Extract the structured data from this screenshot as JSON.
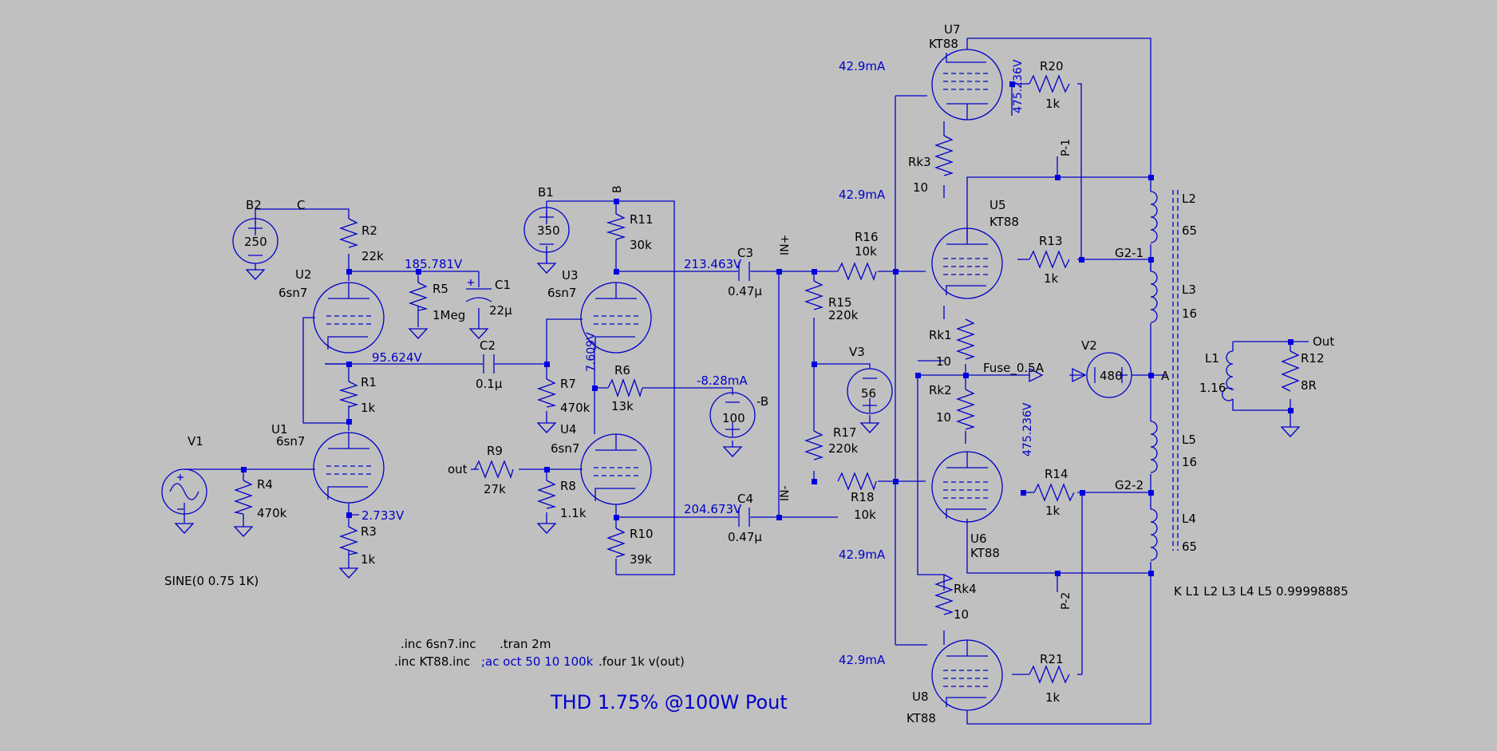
{
  "schematic": {
    "directives": {
      "inc_6sn7": ".inc 6sn7.inc",
      "inc_kt88": ".inc KT88.inc",
      "tran": ".tran 2m",
      "ac": ";ac oct 50 10 100k",
      "four": ".four 1k v(out)",
      "coupling": "K L1 L2 L3 L4 L5 0.99998885"
    },
    "result_note": "THD 1.75% @100W Pout",
    "source": {
      "name": "V1",
      "value": "SINE(0 0.75 1K)"
    },
    "supplies": [
      {
        "name": "B2",
        "value": "250"
      },
      {
        "name": "B1",
        "value": "350"
      },
      {
        "name": "V3",
        "value": "56"
      },
      {
        "name": "V2",
        "value": "480"
      },
      {
        "name": "",
        "value": "100"
      }
    ],
    "tubes": [
      {
        "name": "U1",
        "model": "6sn7"
      },
      {
        "name": "U2",
        "model": "6sn7"
      },
      {
        "name": "U3",
        "model": "6sn7"
      },
      {
        "name": "U4",
        "model": "6sn7"
      },
      {
        "name": "U5",
        "model": "KT88"
      },
      {
        "name": "U6",
        "model": "KT88"
      },
      {
        "name": "U7",
        "model": "KT88"
      },
      {
        "name": "U8",
        "model": "KT88"
      }
    ],
    "resistors": [
      {
        "name": "R1",
        "value": "1k"
      },
      {
        "name": "R2",
        "value": "22k"
      },
      {
        "name": "R3",
        "value": "1k"
      },
      {
        "name": "R4",
        "value": "470k"
      },
      {
        "name": "R5",
        "value": "1Meg"
      },
      {
        "name": "R6",
        "value": "13k"
      },
      {
        "name": "R7",
        "value": "470k"
      },
      {
        "name": "R8",
        "value": "1.1k"
      },
      {
        "name": "R9",
        "value": "27k"
      },
      {
        "name": "R10",
        "value": "39k"
      },
      {
        "name": "R11",
        "value": "30k"
      },
      {
        "name": "R12",
        "value": "8R"
      },
      {
        "name": "R13",
        "value": "1k"
      },
      {
        "name": "R14",
        "value": "1k"
      },
      {
        "name": "R15",
        "value": "220k"
      },
      {
        "name": "R16",
        "value": "10k"
      },
      {
        "name": "R17",
        "value": "220k"
      },
      {
        "name": "R18",
        "value": "10k"
      },
      {
        "name": "R20",
        "value": "1k"
      },
      {
        "name": "R21",
        "value": "1k"
      },
      {
        "name": "Rk1",
        "value": "10"
      },
      {
        "name": "Rk2",
        "value": "10"
      },
      {
        "name": "Rk3",
        "value": "10"
      },
      {
        "name": "Rk4",
        "value": "10"
      }
    ],
    "capacitors": [
      {
        "name": "C1",
        "value": "22µ"
      },
      {
        "name": "C2",
        "value": "0.1µ"
      },
      {
        "name": "C3",
        "value": "0.47µ"
      },
      {
        "name": "C4",
        "value": "0.47µ"
      }
    ],
    "inductors": [
      {
        "name": "L1",
        "value": "1.16"
      },
      {
        "name": "L2",
        "value": "65"
      },
      {
        "name": "L3",
        "value": "16"
      },
      {
        "name": "L4",
        "value": "65"
      },
      {
        "name": "L5",
        "value": "16"
      }
    ],
    "net_labels": {
      "c": "C",
      "b": "B",
      "minus_b": "-B",
      "out_in": "out",
      "out": "Out",
      "in_plus": "IN+",
      "in_minus": "IN-",
      "fuse": "Fuse_0.5A",
      "a": "A",
      "g21": "G2-1",
      "g22": "G2-2",
      "p1": "P-1",
      "p2": "P-2"
    },
    "readouts": {
      "u2_plate": "185.781V",
      "u2_cathode": "95.624V",
      "u1_cathode": "2.733V",
      "u3_plate": "213.463V",
      "u4_plate": "204.673V",
      "u4_cathode": "7.609V",
      "r6_current": "-8.28mA",
      "u7_current": "42.9mA",
      "u5_current": "42.9mA",
      "u6_current": "42.9mA",
      "u8_current": "42.9mA",
      "top_screen": "475.236V",
      "bottom_screen": "475.236V"
    }
  }
}
